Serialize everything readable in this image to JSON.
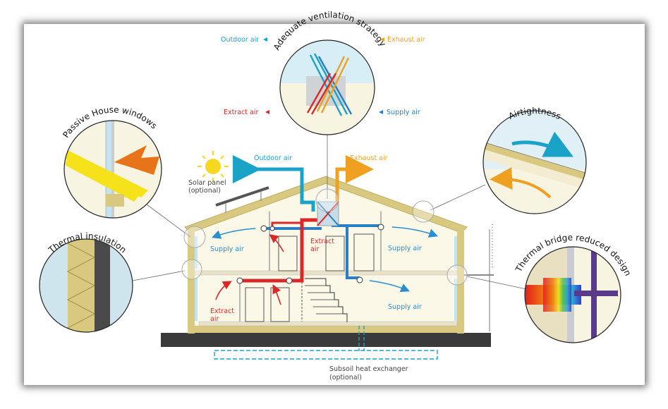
{
  "labels": {
    "vent_title": "Adequate ventilation strategy",
    "outdoor_air_top": "Outdoor air",
    "exhaust_air_top": "Exhaust air",
    "extract_air_top": "Extract air",
    "supply_air_top": "Supply air",
    "windows_title": "Passive House windows",
    "airtightness_title": "Airtightness",
    "thermal_insulation_title": "Thermal insulation",
    "thermal_bridge_title": "Thermal bridge reduced design",
    "solar_panel": "Solar panel",
    "solar_panel_optional": "(optional)",
    "outdoor_air_roof": "Outdoor air",
    "exhaust_air_roof": "Exhaust air",
    "supply_air_left_upper": "Supply air",
    "extract_air_center_1": "Extract",
    "extract_air_center_2": "air",
    "supply_air_right_upper": "Supply air",
    "extract_air_left_lower_1": "Extract",
    "extract_air_left_lower_2": "air",
    "supply_air_right_lower": "Supply air",
    "subsoil_1": "Subsoil heat exchanger",
    "subsoil_2": "(optional)"
  },
  "colors": {
    "outdoor": "#1aa3c8",
    "exhaust": "#f0a020",
    "extract": "#d8282a",
    "supply": "#2a7fc4",
    "wall": "#d8c880",
    "ground": "#3a3a3a"
  }
}
